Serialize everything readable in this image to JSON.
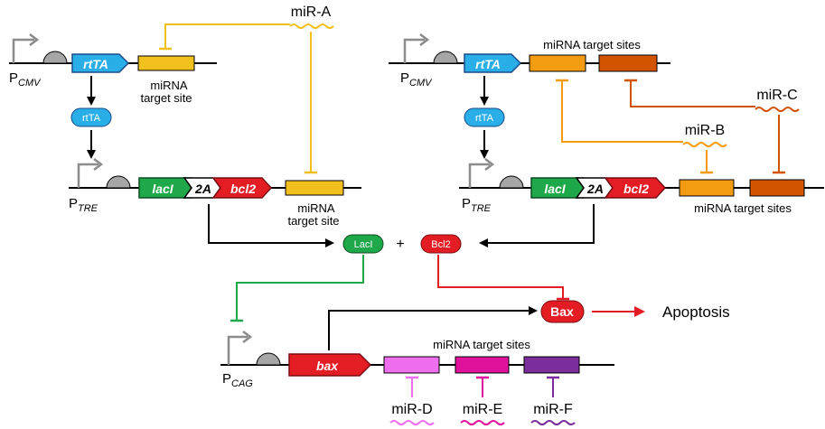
{
  "labels": {
    "miR_A": "miR-A",
    "miR_B": "miR-B",
    "miR_C": "miR-C",
    "miR_D": "miR-D",
    "miR_E": "miR-E",
    "miR_F": "miR-F",
    "mirna_target_site_l1": "miRNA",
    "mirna_target_site_l2": "target site",
    "mirna_target_sites": "miRNA target sites",
    "p": "P",
    "cmv": "CMV",
    "tre": "TRE",
    "cag": "CAG",
    "rtTA_gene": "rtTA",
    "rtTA_protein": "rtTA",
    "lacI_gene": "lacI",
    "two_a": "2A",
    "bcl2_gene": "bcl2",
    "bax_gene": "bax",
    "lacI_protein": "LacI",
    "bcl2_protein": "Bcl2",
    "bax_protein": "Bax",
    "plus": "+",
    "apoptosis": "Apoptosis"
  },
  "colors": {
    "miR_A": "#f2c01c",
    "miR_B": "#f39c12",
    "miR_C": "#d35400",
    "miR_D": "#ee6eee",
    "miR_E": "#e0119c",
    "miR_F": "#7a2d9b",
    "rtTA": "#29aee8",
    "lacI": "#1ea84a",
    "bcl2": "#e41d24",
    "bax": "#e41d24",
    "promoter_arrow": "#8c8c8c",
    "terminator": "#a6a6a6",
    "apoptosis_arrow": "#e41d24"
  }
}
